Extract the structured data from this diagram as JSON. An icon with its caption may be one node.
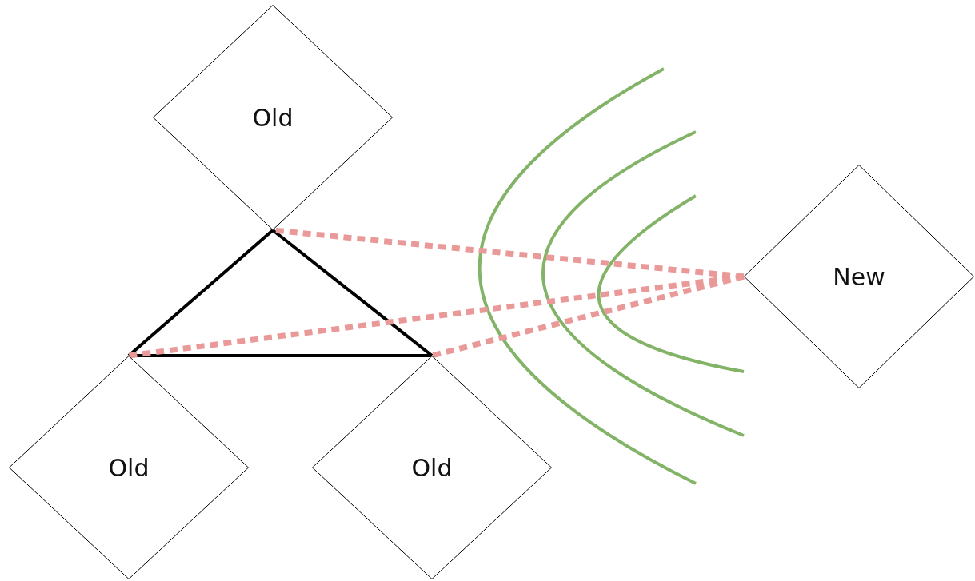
{
  "diagram": {
    "nodes": [
      {
        "text": [
          "Old"
        ]
      },
      {
        "text": [
          "Old"
        ]
      },
      {
        "text": [
          "Old"
        ]
      },
      {
        "text": [
          "New"
        ]
      }
    ],
    "edges": [
      {
        "from": 0,
        "to": 1,
        "arrow": "none"
      },
      {
        "from": 0,
        "to": 2,
        "arrow": "none"
      },
      {
        "from": 1,
        "to": 2,
        "arrow": "none"
      },
      {
        "from": 3,
        "to": 0,
        "arrow": "none",
        "style": "dashed",
        "color": "#ea9999"
      },
      {
        "from": 3,
        "to": 1,
        "arrow": "none",
        "style": "dashed",
        "color": "#ea9999"
      },
      {
        "from": 3,
        "to": 2,
        "arrow": "none",
        "style": "dashed",
        "color": "#ea9999"
      }
    ]
  }
}
